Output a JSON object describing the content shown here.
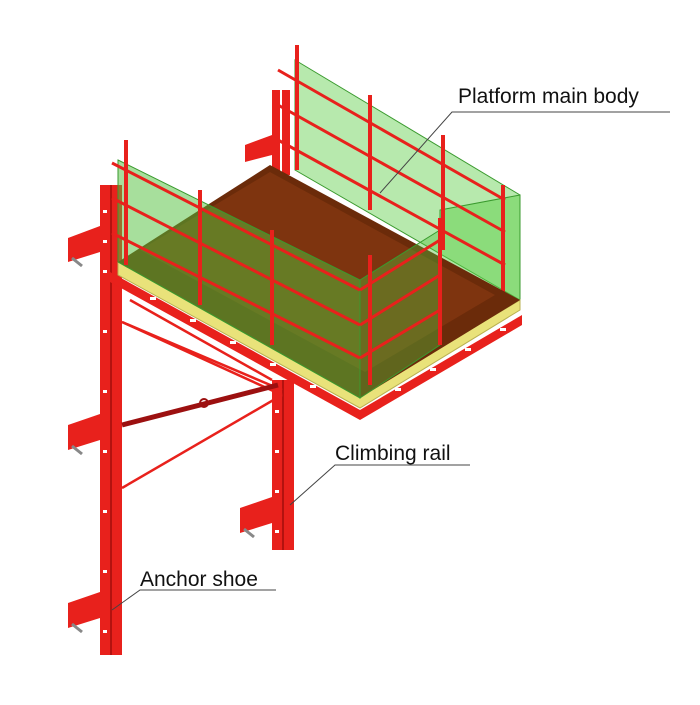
{
  "labels": {
    "platform_main_body": "Platform main body",
    "climbing_rail": "Climbing rail",
    "anchor_shoe": "Anchor shoe"
  },
  "colors": {
    "steel_red": "#e8211c",
    "steel_red_dark": "#b3120f",
    "deck_brown": "#6b2b0a",
    "deck_brown_light": "#8a3a12",
    "screen_green": "#4fbf3a",
    "beam_yellow": "#e9e27a",
    "brace_dark": "#9c1010",
    "leader_line": "#444444"
  }
}
